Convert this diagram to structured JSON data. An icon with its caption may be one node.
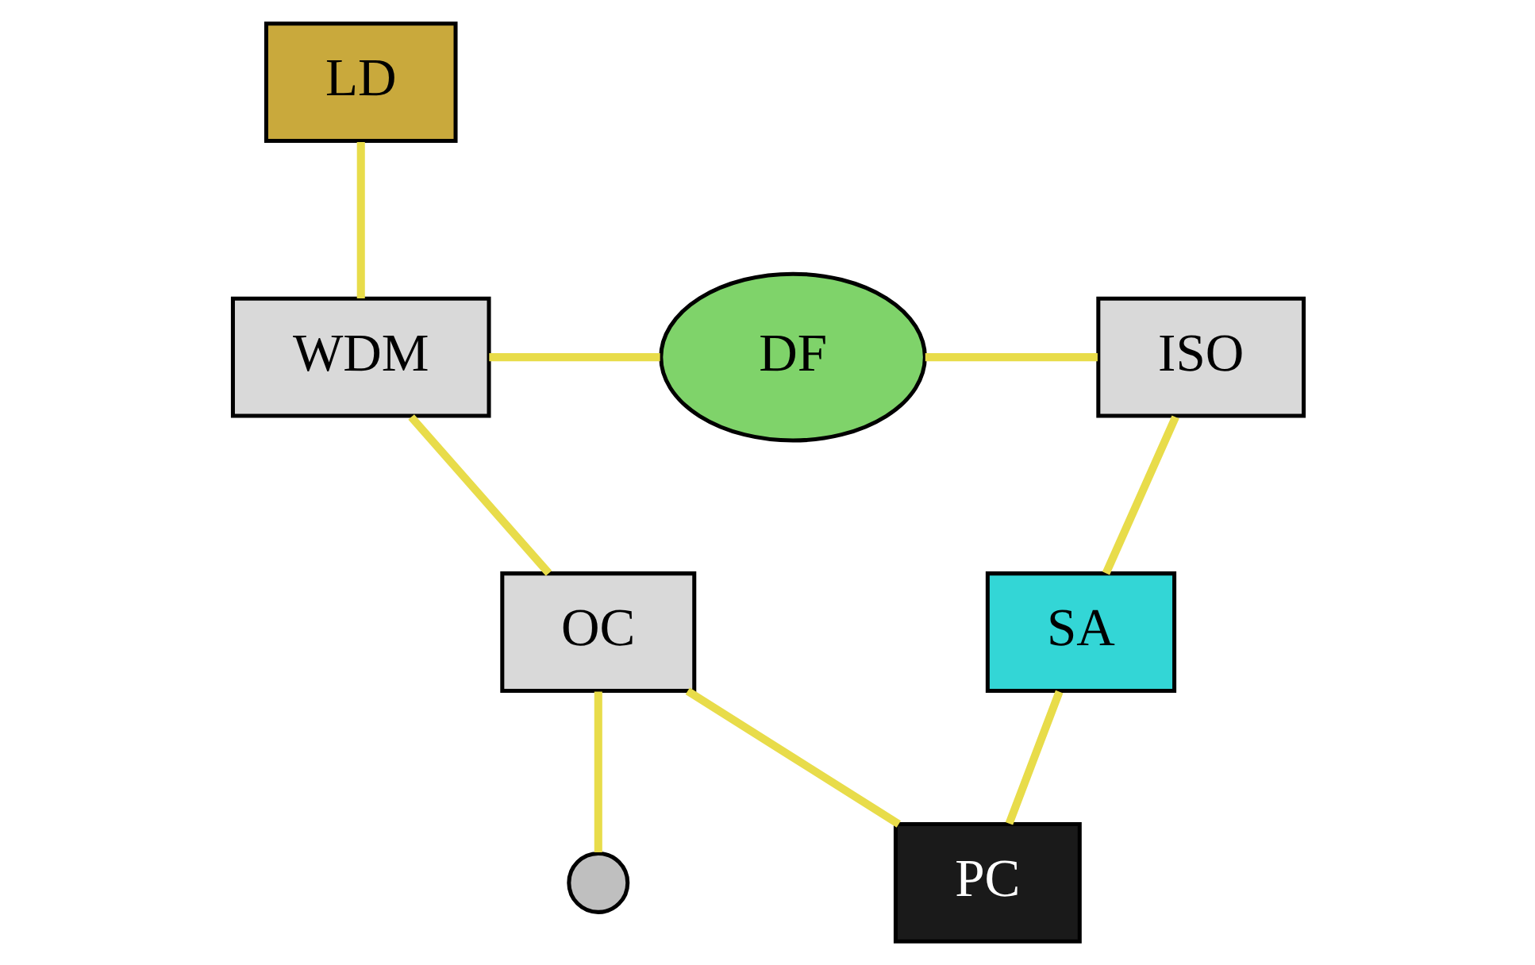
{
  "diagram": {
    "nodes": [
      {
        "text": [
          "LD"
        ]
      },
      {
        "text": [
          "WDM"
        ]
      },
      {
        "text": [
          "DF"
        ]
      },
      {
        "text": [
          "ISO"
        ]
      },
      {
        "text": [
          "SA"
        ]
      },
      {
        "text": [
          "PC"
        ]
      },
      {
        "text": [
          "OC"
        ]
      },
      {
        "text": [],
        "shape": "circle"
      }
    ],
    "edges": [
      {
        "from": 0,
        "to": 1,
        "arrow": "none"
      },
      {
        "from": 1,
        "to": 2,
        "arrow": "none"
      },
      {
        "from": 2,
        "to": 3,
        "arrow": "none"
      },
      {
        "from": 3,
        "to": 4,
        "arrow": "none"
      },
      {
        "from": 4,
        "to": 5,
        "arrow": "none"
      },
      {
        "from": 5,
        "to": 6,
        "arrow": "none"
      },
      {
        "from": 6,
        "to": 1,
        "arrow": "none"
      },
      {
        "from": 6,
        "to": 7,
        "arrow": "none"
      }
    ]
  }
}
